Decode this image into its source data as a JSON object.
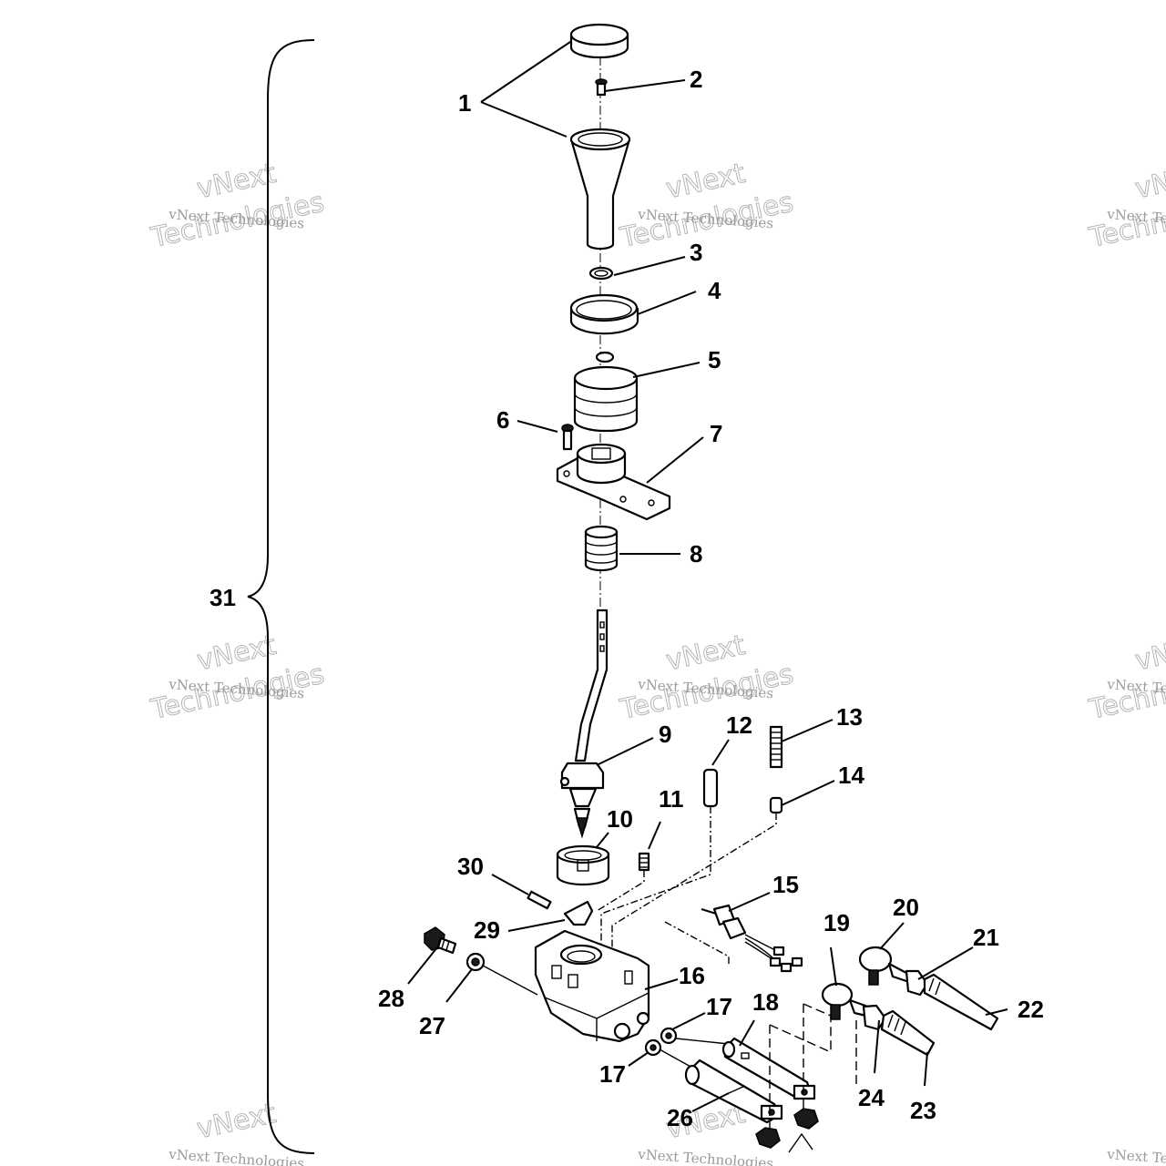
{
  "watermark": {
    "line1": "vNext Technologies",
    "line2": "vNext",
    "line3": "Technologies"
  },
  "callouts": {
    "c1": "1",
    "c2": "2",
    "c3": "3",
    "c4": "4",
    "c5": "5",
    "c6": "6",
    "c7": "7",
    "c8": "8",
    "c9": "9",
    "c10": "10",
    "c11": "11",
    "c12": "12",
    "c13": "13",
    "c14": "14",
    "c15": "15",
    "c16": "16",
    "c17a": "17",
    "c17b": "17",
    "c18": "18",
    "c19": "19",
    "c20": "20",
    "c21": "21",
    "c22": "22",
    "c23": "23",
    "c24": "24",
    "c26": "26",
    "c27": "27",
    "c28": "28",
    "c29": "29",
    "c30": "30",
    "c31": "31"
  }
}
